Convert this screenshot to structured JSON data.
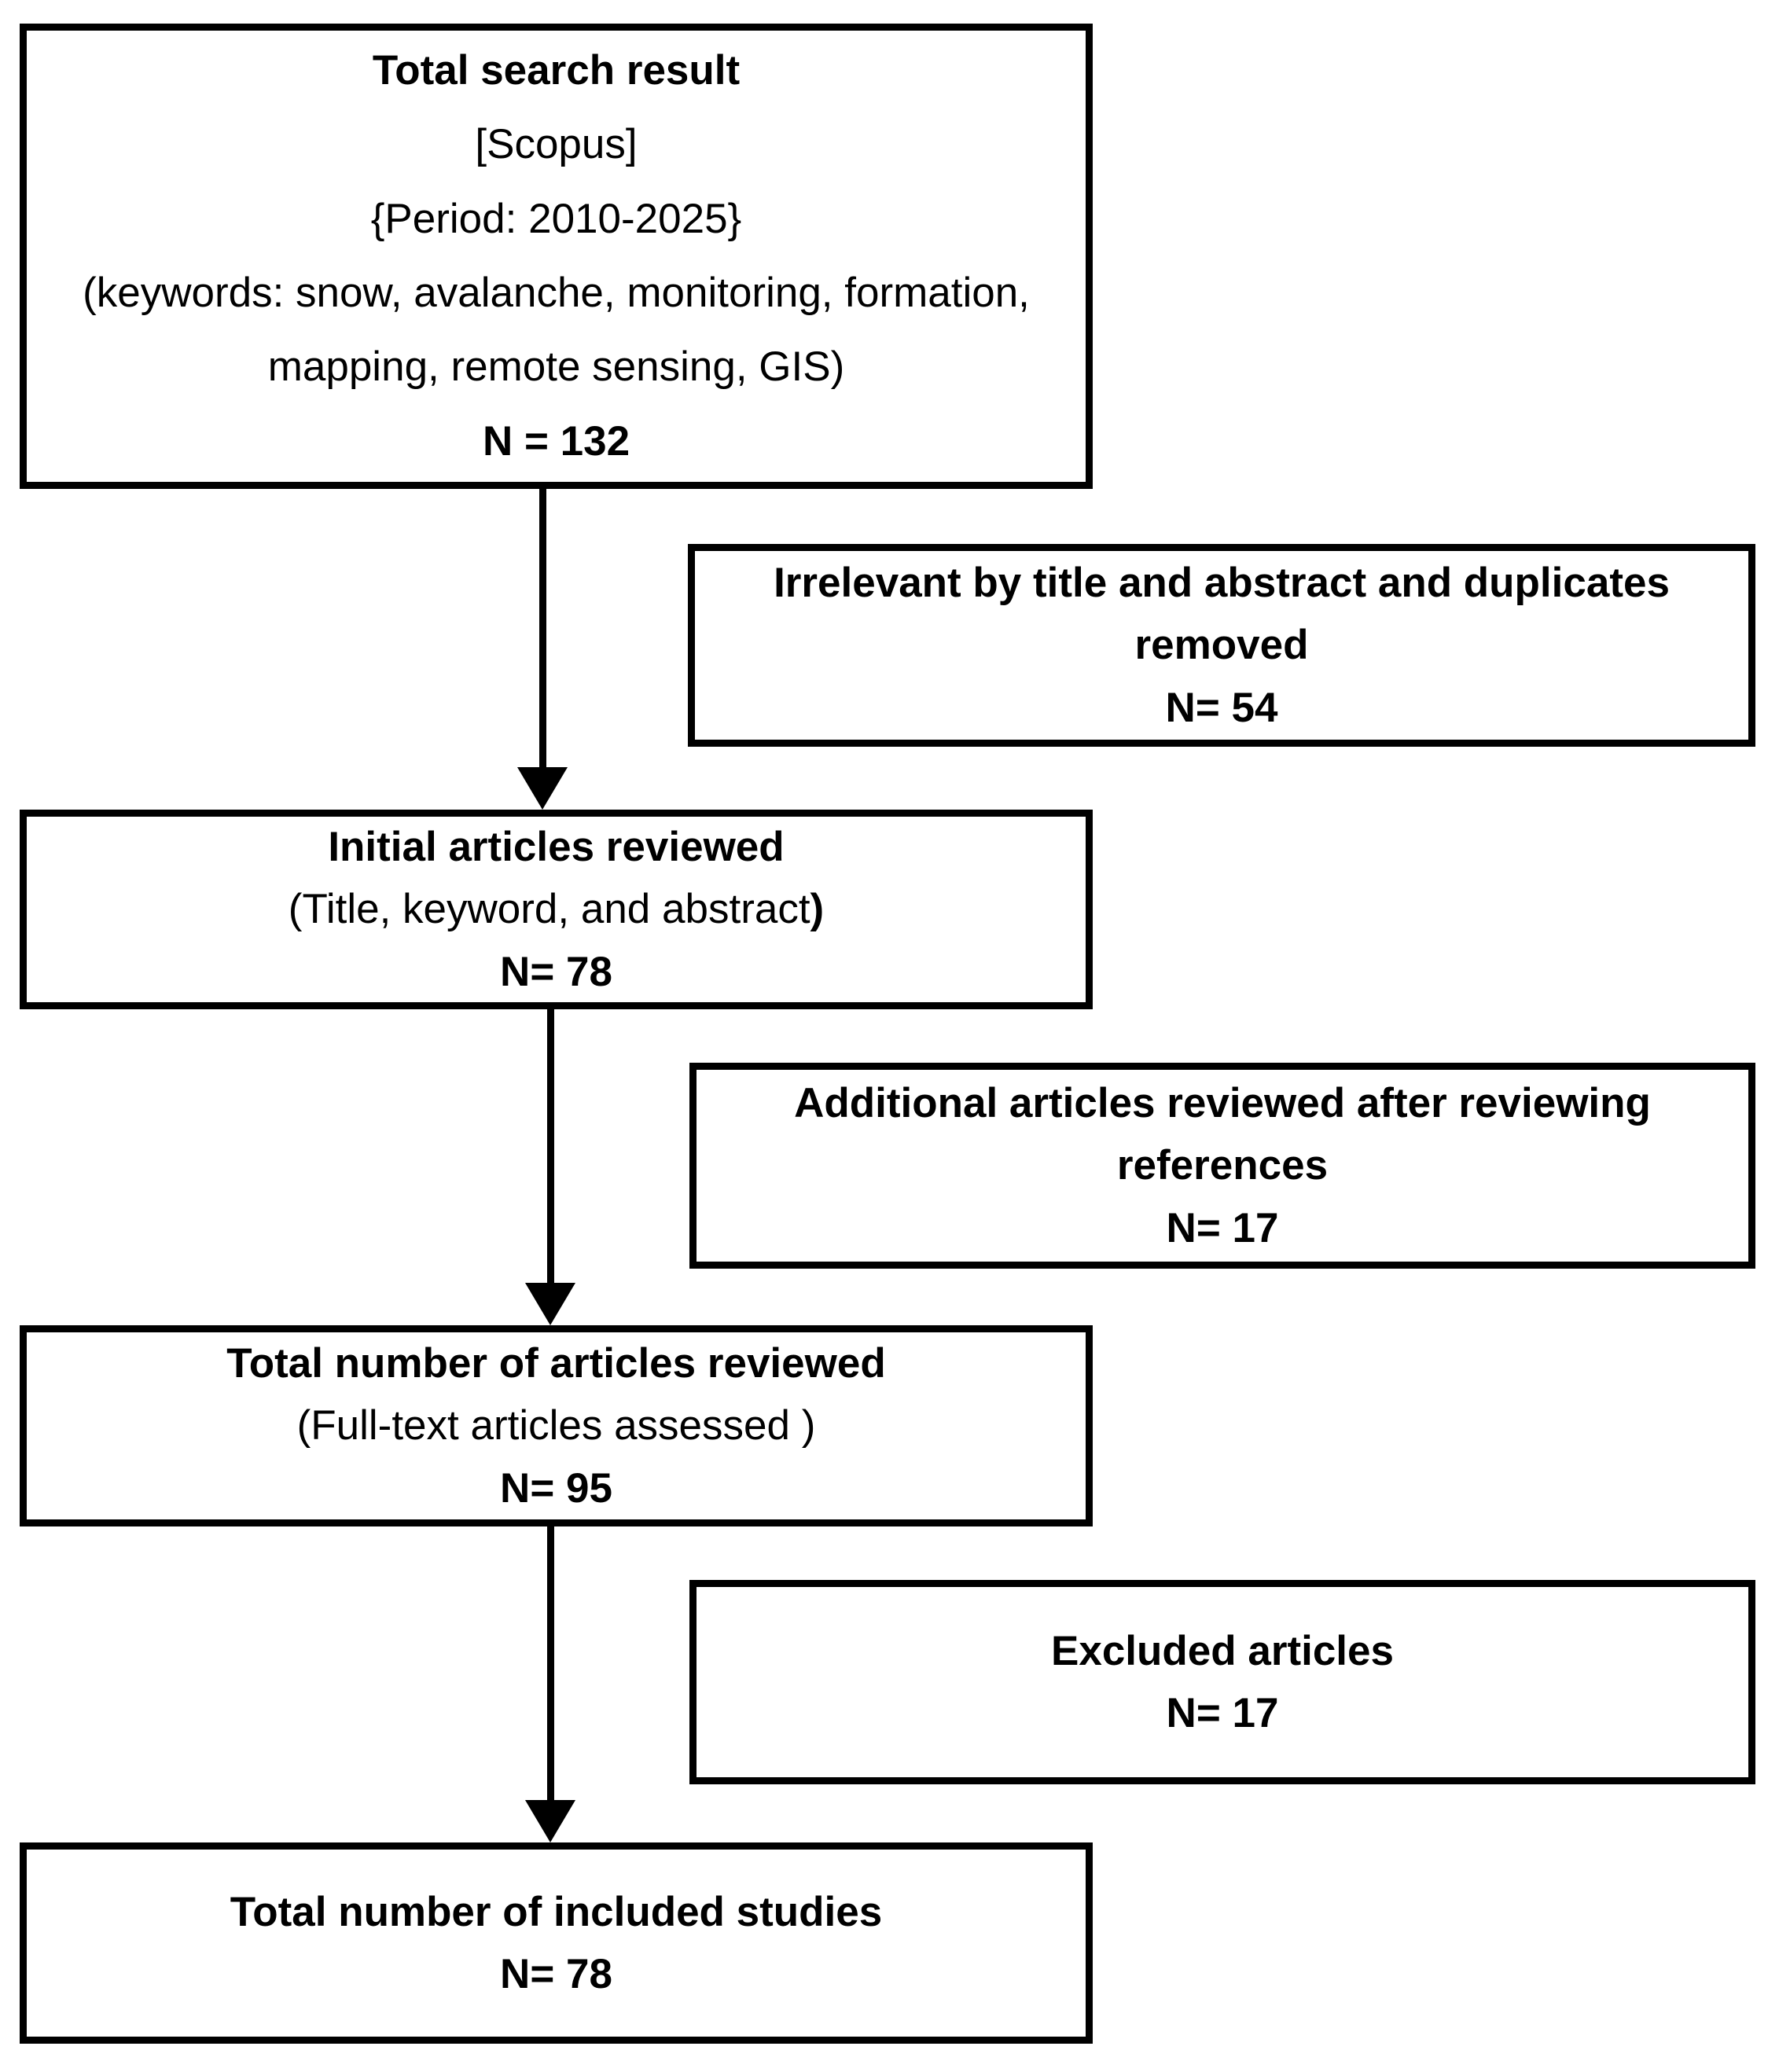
{
  "flowchart": {
    "colors": {
      "border": "#000000",
      "background": "#ffffff",
      "text": "#000000"
    },
    "boxes": {
      "total_search_result": {
        "title": "Total search result",
        "source": "[Scopus]",
        "period": "{Period: 2010-2025}",
        "keywords": "(keywords: snow, avalanche, monitoring, formation, mapping, remote sensing, GIS)",
        "count": "N = 132"
      },
      "irrelevant_removed": {
        "title": "Irrelevant by title and abstract and duplicates removed",
        "count": "N= 54"
      },
      "initial_reviewed": {
        "title": "Initial articles reviewed",
        "subtitle": "(Title, keyword, and abstract",
        "subtitle_bold_suffix": ")",
        "count": "N= 78"
      },
      "additional_reviewed": {
        "title": "Additional articles reviewed after reviewing references",
        "count": "N= 17"
      },
      "total_articles_reviewed": {
        "title": "Total number of articles reviewed",
        "subtitle": "(Full-text articles assessed )",
        "count": "N= 95"
      },
      "excluded_articles": {
        "title": "Excluded articles",
        "count": "N= 17"
      },
      "included_studies": {
        "title": "Total number of included studies",
        "count": "N= 78"
      }
    }
  }
}
